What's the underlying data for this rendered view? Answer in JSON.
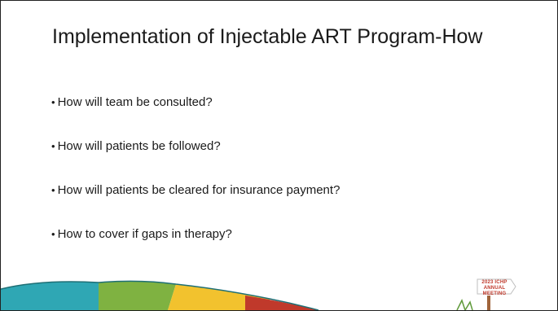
{
  "slide": {
    "title": "Implementation of Injectable ART Program-How",
    "bullets": [
      "How will team be consulted?",
      "How will patients be followed?",
      "How will patients be cleared for insurance payment?",
      "How to cover if gaps in therapy?"
    ],
    "bullet_marker": "•"
  },
  "logo": {
    "line1": "2023 ICHP",
    "line2": "ANNUAL MEETING"
  },
  "colors": {
    "text": "#1a1a1a",
    "footer_teal": "#2fa7b4",
    "footer_green": "#7fb241",
    "footer_yellow": "#f2c22e",
    "footer_red": "#c0392b",
    "logo_red": "#c0392b"
  }
}
